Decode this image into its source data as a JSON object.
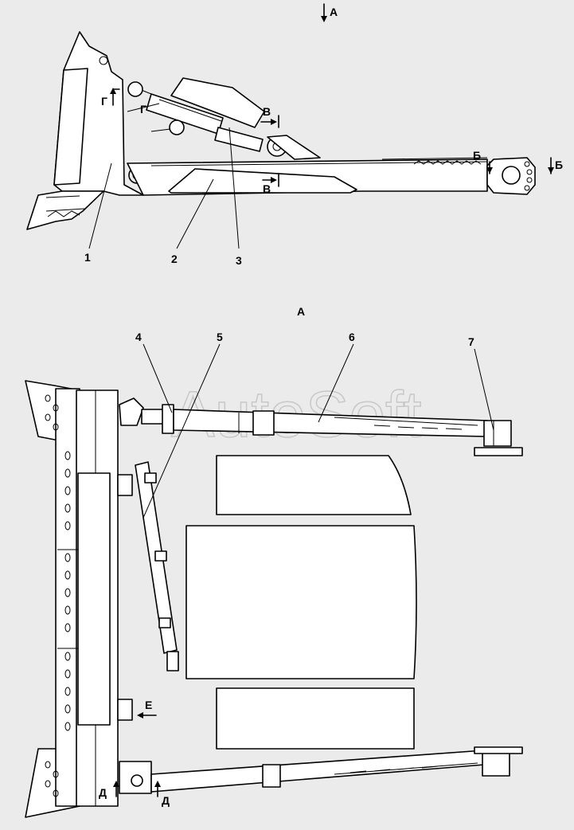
{
  "watermark": "AutoSoft",
  "views": {
    "view_a_arrow": "А",
    "view_a_title": "А"
  },
  "callouts": {
    "c1": "1",
    "c2": "2",
    "c3": "3",
    "c4": "4",
    "c5": "5",
    "c6": "6",
    "c7": "7"
  },
  "sections": {
    "g_mark": "Г",
    "g_mark_2": "Г",
    "v_mark": "В",
    "v_mark_2": "В",
    "b_mark": "Б",
    "b_mark_2": "Б",
    "e_mark": "Е",
    "d_mark": "Д",
    "d_mark_2": "Д"
  }
}
